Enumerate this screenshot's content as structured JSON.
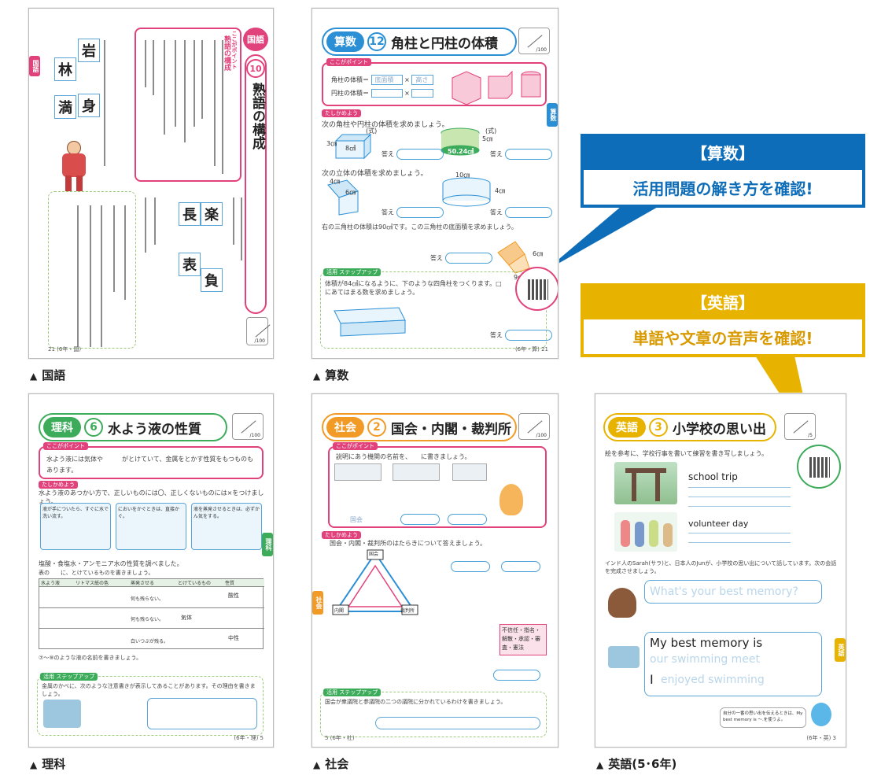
{
  "callouts": {
    "math": {
      "title": "【算数】",
      "body": "活用問題の解き方を確認!",
      "color": "#0e6db8"
    },
    "english": {
      "title": "【英語】",
      "body": "単語や文章の音声を確認!",
      "color": "#e8b300"
    }
  },
  "captions": {
    "japanese": "国語",
    "math": "算数",
    "science": "理科",
    "social": "社会",
    "english": "英語(5･6年)"
  },
  "pages": {
    "japanese": {
      "subject": "国語",
      "num": "10",
      "title": "熟語の構成",
      "point_label": "ここがポイント",
      "point_heading": "熟語の構成",
      "kanji": [
        "岩",
        "林",
        "満",
        "身",
        "長",
        "楽",
        "表",
        "負"
      ],
      "footer": "21 (6年・国)"
    },
    "math": {
      "subject": "算数",
      "num": "12",
      "title": "角柱と円柱の体積",
      "point_label": "ここがポイント",
      "prism_label": "角柱の体積＝",
      "cyl_label": "円柱の体積＝",
      "base_area": "底面積",
      "height": "高さ",
      "tashikame": "たしかめよう",
      "q1": "次の角柱や円柱の体積を求めましょう。",
      "q2": "次の立体の体積を求めましょう。",
      "q3": "右の三角柱の体積は90㎤です。この三角柱の底面積を求めましょう。",
      "step": "活用 ステップアップ",
      "q4": "体積が84㎤になるように、下のような四角柱をつくります。□にあてはまる数を求めましょう。",
      "answer": "答え",
      "formula": "(式)",
      "val1": "8㎠",
      "val2": "50.24㎠",
      "dim_3cm": "3㎝",
      "dim_5cm": "5㎝",
      "dim_4cm": "4㎝",
      "dim_6cm": "6㎝",
      "dim_10cm": "10㎝",
      "dim_9cm": "9㎝",
      "footer": "(6年・算) 21"
    },
    "science": {
      "subject": "理科",
      "num": "6",
      "title": "水よう液の性質",
      "point_label": "ここがポイント",
      "point_text": "水よう液には気体や　　　がとけていて、金属をとかす性質をもつものもあります。",
      "tashikame": "たしかめよう",
      "q1": "水よう液のあつかい方で、正しいものには〇、正しくないものには×をつけましょう。",
      "pic1": "液が手についたら、すぐに水で洗い流す。",
      "pic2": "においをかぐときは、直接かぐ。",
      "pic3": "液を蒸発させるときは、必ずかん気をする。",
      "q2": "塩酸・食塩水・アンモニア水の性質を調べました。",
      "sub1": "表の　　に、とけているものを書きましょう。",
      "col1": "水よう液",
      "col2": "リトマス紙の色",
      "col3": "蒸発させる",
      "col4": "とけているもの",
      "col5": "性質",
      "row1": "酸性",
      "row2": "気体",
      "row3": "中性",
      "nothing": "何も残らない。",
      "white": "白いつぶが残る。",
      "sub2": "⑦〜⑨のような液の名前を書きましょう。",
      "step": "活用 ステップアップ",
      "q3": "金属のかべに、次のような注意書きが表示してあることがあります。その理由を書きましょう。",
      "footer": "(6年・理) 5"
    },
    "social": {
      "subject": "社会",
      "num": "2",
      "title": "国会・内閣・裁判所",
      "point_label": "ここがポイント",
      "point_q": "説明にあう機関の名前を、　　に書きましょう。",
      "example": "国会",
      "tashikame": "たしかめよう",
      "q1": "国会・内閣・裁判所のはたらきについて答えましょう。",
      "labels": [
        "国会",
        "内閣",
        "裁判所"
      ],
      "choices": "不信任・指名・解散・承認・審査・憲法",
      "step": "活用 ステップアップ",
      "q4": "国会が衆議院と参議院の二つの議院に分かれているわけを書きましょう。",
      "footer": "5 (6年・社)"
    },
    "english": {
      "subject": "英語",
      "num": "3",
      "title": "小学校の思い出",
      "q1": "絵を参考に、学校行事を書いて練習を書き写しましょう。",
      "w1": "school trip",
      "w2": "volunteer day",
      "q2": "インド人のSarah(サラ)と、日本人のJunが、小学校の思い出について話しています。次の会話を完成させましょう。",
      "trace1": "What's your best memory?",
      "main": "My best memory is",
      "trace2": "our swimming meet",
      "pronoun": "I",
      "trace3": "enjoyed swimming",
      "bird": "自分の一番の思い出を伝えるときは、My best memory is 〜.を使うよ。",
      "footer": "(6年・英) 3"
    }
  },
  "colors": {
    "japanese": "#e2427b",
    "math": "#2b8fd6",
    "science": "#3cab5a",
    "social": "#f29a26",
    "english": "#e8b300"
  }
}
